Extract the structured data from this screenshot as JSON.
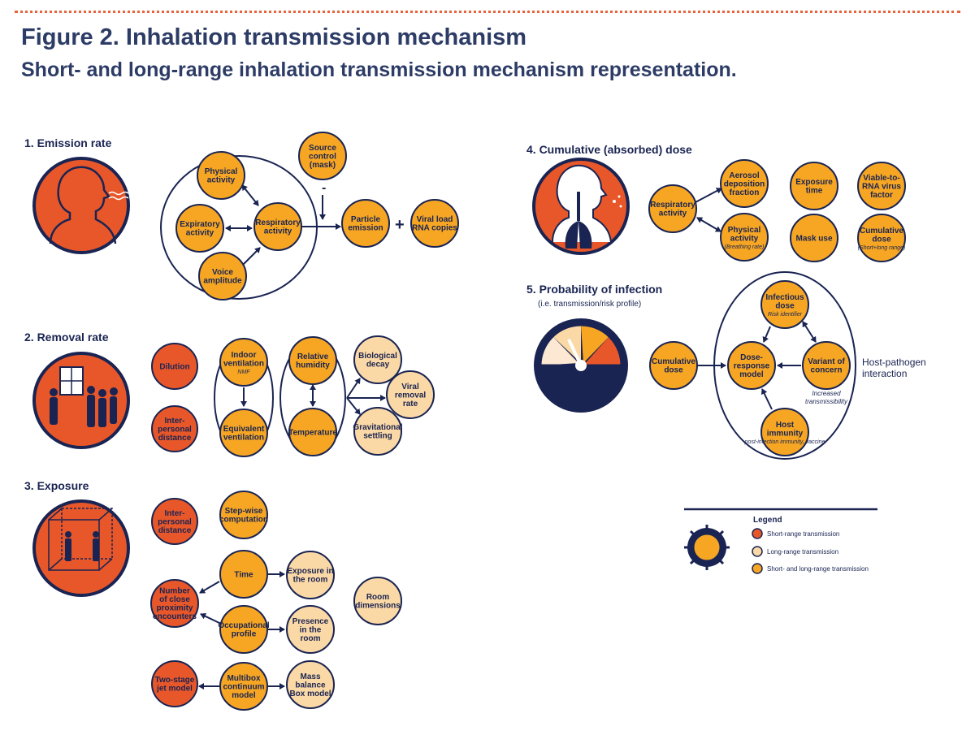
{
  "header": {
    "title": "Figure 2. Inhalation transmission mechanism",
    "subtitle": "Short- and long-range inhalation transmission mechanism representation."
  },
  "colors": {
    "short_range": "#e8572a",
    "long_range": "#fbd9a6",
    "both": "#f6a623",
    "outline": "#1a2452",
    "title": "#2d3c66",
    "dotted_rule": "#e8623a"
  },
  "sections": {
    "s1": {
      "title": "1. Emission rate"
    },
    "s2": {
      "title": "2. Removal rate"
    },
    "s3": {
      "title": "3. Exposure"
    },
    "s4": {
      "title": "4. Cumulative (absorbed) dose"
    },
    "s5": {
      "title": "5. Probability of infection",
      "subtitle": "(i.e. transmission/risk profile)"
    }
  },
  "nodes": {
    "physical_activity": {
      "lines": [
        "Physical",
        "activity"
      ]
    },
    "expiratory_activity": {
      "lines": [
        "Expiratory",
        "activity"
      ]
    },
    "respiratory_activity": {
      "lines": [
        "Respiratory",
        "activity"
      ]
    },
    "voice_amplitude": {
      "lines": [
        "Voice",
        "amplitude"
      ]
    },
    "source_control": {
      "lines": [
        "Source",
        "control",
        "(mask)"
      ]
    },
    "particle_emission": {
      "lines": [
        "Particle",
        "emission"
      ]
    },
    "viral_load": {
      "lines": [
        "Viral load",
        "RNA copies"
      ]
    },
    "dilution": {
      "lines": [
        "Dilution"
      ]
    },
    "interpersonal_distance_2": {
      "lines": [
        "Inter-",
        "personal",
        "distance"
      ]
    },
    "indoor_ventilation": {
      "lines": [
        "Indoor",
        "ventilation"
      ],
      "sub": "NMF"
    },
    "equivalent_ventilation": {
      "lines": [
        "Equivalent",
        "ventilation"
      ]
    },
    "relative_humidity": {
      "lines": [
        "Relative",
        "humidity"
      ]
    },
    "temperature": {
      "lines": [
        "Temperature"
      ]
    },
    "biological_decay": {
      "lines": [
        "Biological",
        "decay"
      ]
    },
    "viral_removal_rate": {
      "lines": [
        "Viral",
        "removal",
        "rate"
      ]
    },
    "gravitational_settling": {
      "lines": [
        "Gravitational",
        "settling"
      ]
    },
    "interpersonal_distance_3": {
      "lines": [
        "Inter-",
        "personal",
        "distance"
      ]
    },
    "stepwise_computation": {
      "lines": [
        "Step-wise",
        "computation"
      ]
    },
    "time": {
      "lines": [
        "Time"
      ]
    },
    "exposure_in_room": {
      "lines": [
        "Exposure in",
        "the room"
      ]
    },
    "room_dimensions": {
      "lines": [
        "Room",
        "dimensions"
      ]
    },
    "close_proximity": {
      "lines": [
        "Number",
        "of close",
        "proximity",
        "encounters"
      ]
    },
    "occupational_profile": {
      "lines": [
        "Occupational",
        "profile"
      ]
    },
    "presence_in_room": {
      "lines": [
        "Presence",
        "in the",
        "room"
      ]
    },
    "two_stage_jet": {
      "lines": [
        "Two-stage",
        "jet model"
      ]
    },
    "multibox": {
      "lines": [
        "Multibox",
        "continuum",
        "model"
      ]
    },
    "mass_balance": {
      "lines": [
        "Mass",
        "balance",
        "Box model"
      ]
    },
    "respiratory_activity_4": {
      "lines": [
        "Respiratory",
        "activity"
      ]
    },
    "aerosol_deposition": {
      "lines": [
        "Aerosol",
        "deposition",
        "fraction"
      ]
    },
    "exposure_time": {
      "lines": [
        "Exposure",
        "time"
      ]
    },
    "viable_rna": {
      "lines": [
        "Viable-to-",
        "RNA virus",
        "factor"
      ]
    },
    "physical_activity_4": {
      "lines": [
        "Physical",
        "activity"
      ],
      "sub": "(Breathing rate)"
    },
    "mask_use": {
      "lines": [
        "Mask use"
      ]
    },
    "cumulative_dose_4": {
      "lines": [
        "Cumulative",
        "dose"
      ],
      "sub": "(Short+long range)"
    },
    "infectious_dose": {
      "lines": [
        "Infectious",
        "dose"
      ],
      "sub": "Risk identifier"
    },
    "cumulative_dose_5": {
      "lines": [
        "Cumulative",
        "dose"
      ]
    },
    "dose_response": {
      "lines": [
        "Dose-",
        "response",
        "model"
      ]
    },
    "variant_of_concern": {
      "lines": [
        "Variant of",
        "concern"
      ]
    },
    "host_immunity": {
      "lines": [
        "Host",
        "immunity"
      ],
      "sub": "post-infection immunity, vaccine"
    }
  },
  "annotations": {
    "minus": "-",
    "plus": "+",
    "increased": [
      "Increased",
      "transmissibility"
    ],
    "host_pathogen": [
      "Host-pathogen",
      "interaction"
    ]
  },
  "legend": {
    "title": "Legend",
    "items": [
      {
        "label": "Short-range transmission",
        "color": "#e8572a"
      },
      {
        "label": "Long-range transmission",
        "color": "#fbd9a6"
      },
      {
        "label": "Short- and long-range transmission",
        "color": "#f6a623"
      }
    ]
  }
}
